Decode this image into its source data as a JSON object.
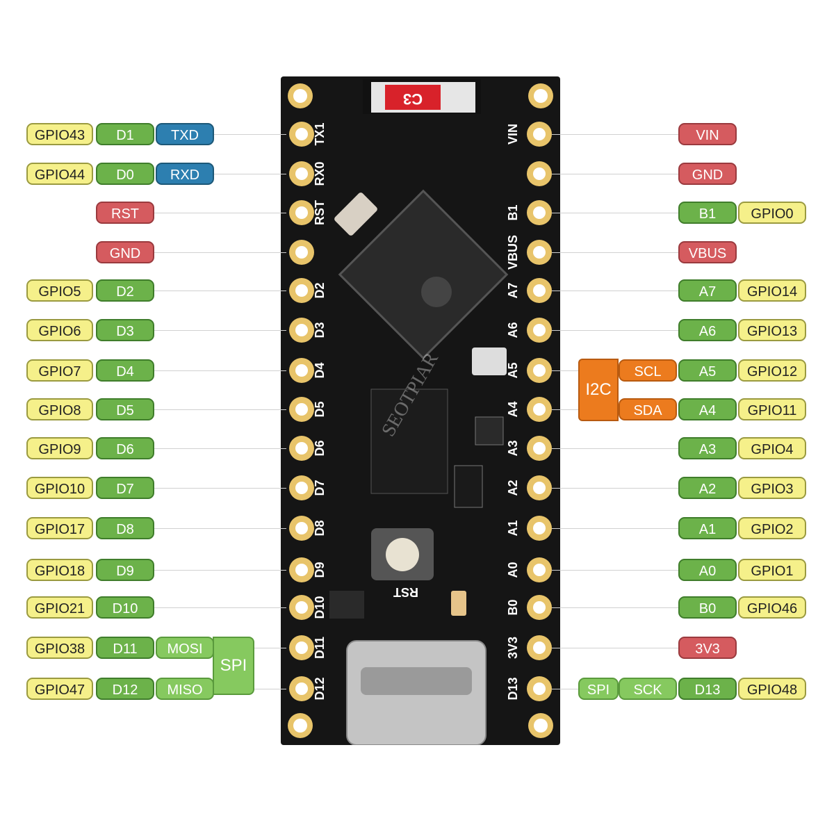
{
  "board": {
    "chip_label": "C3",
    "silk_left": [
      "TX1",
      "RX0",
      "RST",
      "",
      "D2",
      "D3",
      "D4",
      "D5",
      "D6",
      "D7",
      "D8",
      "D9",
      "D10",
      "D11",
      "D12"
    ],
    "silk_right": [
      "VIN",
      "",
      "B1",
      "VBUS",
      "A7",
      "A6",
      "A5",
      "A4",
      "A3",
      "A2",
      "A1",
      "A0",
      "B0",
      "3V3",
      "D13"
    ],
    "rst_label": "RST",
    "watermark": "SEOTPIAR"
  },
  "left_rows": [
    {
      "gpio": "GPIO43",
      "pin": "D1",
      "func": "TXD",
      "func_type": "uart"
    },
    {
      "gpio": "GPIO44",
      "pin": "D0",
      "func": "RXD",
      "func_type": "uart"
    },
    {
      "pin": "RST",
      "pin_type": "pwr"
    },
    {
      "pin": "GND",
      "pin_type": "pwr"
    },
    {
      "gpio": "GPIO5",
      "pin": "D2"
    },
    {
      "gpio": "GPIO6",
      "pin": "D3"
    },
    {
      "gpio": "GPIO7",
      "pin": "D4"
    },
    {
      "gpio": "GPIO8",
      "pin": "D5"
    },
    {
      "gpio": "GPIO9",
      "pin": "D6"
    },
    {
      "gpio": "GPIO10",
      "pin": "D7"
    },
    {
      "gpio": "GPIO17",
      "pin": "D8"
    },
    {
      "gpio": "GPIO18",
      "pin": "D9"
    },
    {
      "gpio": "GPIO21",
      "pin": "D10"
    },
    {
      "gpio": "GPIO38",
      "pin": "D11",
      "func": "MOSI",
      "func_type": "spi"
    },
    {
      "gpio": "GPIO47",
      "pin": "D12",
      "func": "MISO",
      "func_type": "spi"
    }
  ],
  "left_spi_group": "SPI",
  "right_rows": [
    {
      "pin": "VIN",
      "pin_type": "pwr"
    },
    {
      "pin": "GND",
      "pin_type": "pwr"
    },
    {
      "pin": "B1",
      "gpio": "GPIO0"
    },
    {
      "pin": "VBUS",
      "pin_type": "pwr"
    },
    {
      "pin": "A7",
      "gpio": "GPIO14"
    },
    {
      "pin": "A6",
      "gpio": "GPIO13"
    },
    {
      "pin": "A5",
      "gpio": "GPIO12",
      "func": "SCL",
      "func_type": "i2c"
    },
    {
      "pin": "A4",
      "gpio": "GPIO11",
      "func": "SDA",
      "func_type": "i2c"
    },
    {
      "pin": "A3",
      "gpio": "GPIO4"
    },
    {
      "pin": "A2",
      "gpio": "GPIO3"
    },
    {
      "pin": "A1",
      "gpio": "GPIO2"
    },
    {
      "pin": "A0",
      "gpio": "GPIO1"
    },
    {
      "pin": "B0",
      "gpio": "GPIO46"
    },
    {
      "pin": "3V3",
      "pin_type": "pwr"
    },
    {
      "pin": "D13",
      "gpio": "GPIO48",
      "func": "SCK",
      "func_type": "spi",
      "group": "SPI"
    }
  ],
  "right_i2c_group": "I2C",
  "colors": {
    "gpio": "#f5f08a",
    "digital": "#6cb24a",
    "uart": "#2d7fb0",
    "power": "#d55b5f",
    "spi": "#86c95f",
    "i2c": "#ec7b1e",
    "board": "#1a1a1a",
    "pad": "#e8c46a"
  }
}
